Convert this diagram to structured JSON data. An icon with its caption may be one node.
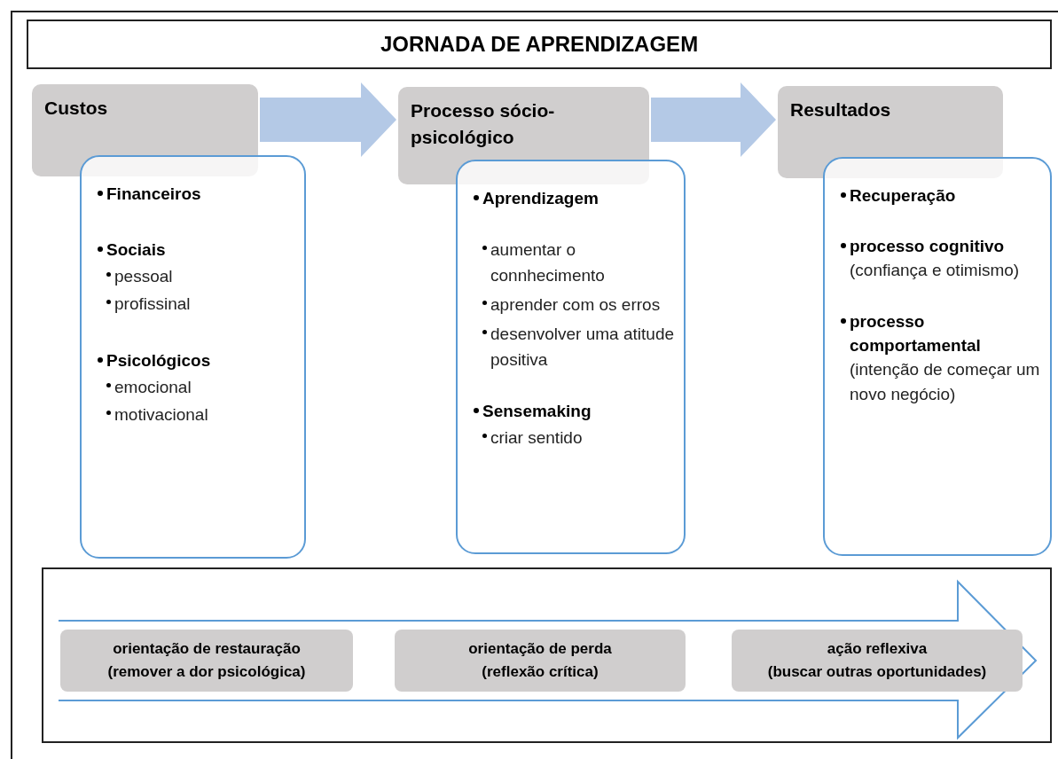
{
  "diagram": {
    "title": "JORNADA DE APRENDIZAGEM",
    "nodes": [
      {
        "text": [
          "Custos"
        ]
      },
      {
        "text": [
          "Financeiros",
          "Sociais",
          "pessoal",
          "profissinal",
          "Psicológicos",
          "emocional",
          "motivacional"
        ]
      },
      {
        "text": [
          "Processo sócio-psicológico"
        ]
      },
      {
        "text": [
          "Aprendizagem",
          "aumentar o connhecimento",
          "aprender com os erros",
          "desenvolver uma atitude positiva",
          "Sensemaking",
          "criar sentido"
        ]
      },
      {
        "text": [
          "Resultados"
        ]
      },
      {
        "text": [
          "Recuperação",
          "processo cognitivo",
          "(confiança e otimismo)",
          "processo comportamental",
          "(intenção de começar um novo negócio)"
        ]
      },
      {
        "text": [
          "orientação de restauração",
          "(remover a dor psicológica)"
        ]
      },
      {
        "text": [
          "orientação de perda",
          "(reflexão crítica)"
        ]
      },
      {
        "text": [
          "ação reflexiva",
          "(buscar outras oportunidades)"
        ]
      }
    ],
    "edges": [
      {
        "from": 0,
        "to": 2,
        "arrow": "to",
        "style": "thick"
      },
      {
        "from": 2,
        "to": 4,
        "arrow": "to",
        "style": "thick"
      }
    ]
  }
}
